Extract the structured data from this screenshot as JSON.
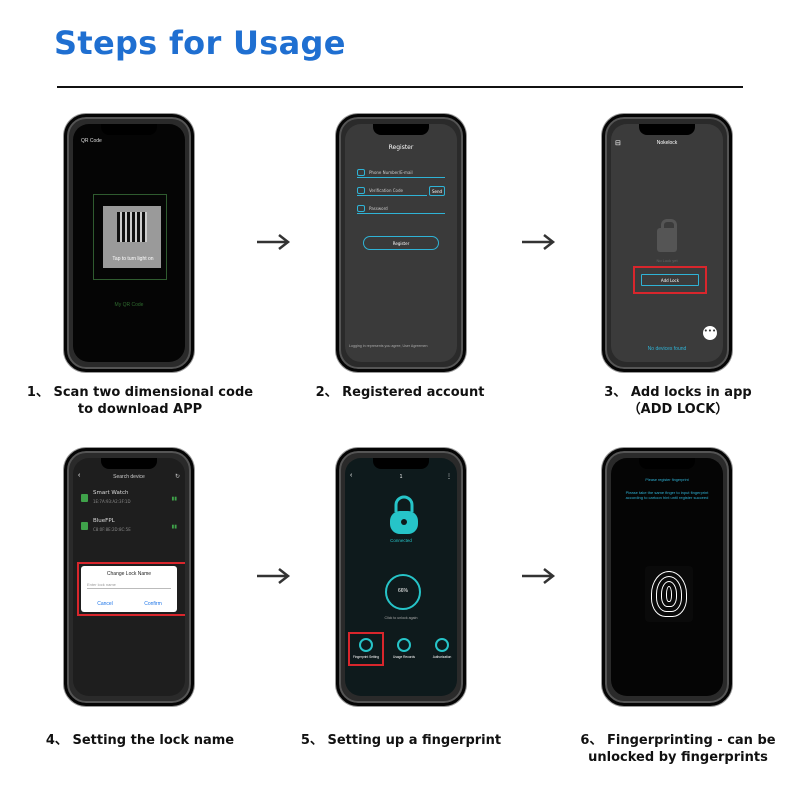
{
  "title": "Steps for Usage",
  "arrow_glyph": "→",
  "steps": [
    {
      "caption_line1": "1、 Scan two dimensional code",
      "caption_line2": "to download APP",
      "screen": {
        "header": "QR Code",
        "tap_text": "Tap to turn light on",
        "my_qr": "My QR Code"
      }
    },
    {
      "caption_line1": "2、 Registered account",
      "caption_line2": "",
      "screen": {
        "header": "Register",
        "phone_email_placeholder": "Phone Number/E-mail",
        "verification_placeholder": "Verification Code",
        "send_label": "Send",
        "password_placeholder": "Password",
        "register_label": "Register",
        "footer": "Logging in represents you agree, User Agreemen"
      }
    },
    {
      "caption_line1": "3、 Add locks in app",
      "caption_line2": "（ADD LOCK）",
      "screen": {
        "header": "Nokelock",
        "no_lock": "No Lock yet",
        "add_lock_label": "Add Lock",
        "no_devices": "No devices found",
        "fab": "•••"
      }
    },
    {
      "caption_line1": "4、 Setting the lock name",
      "caption_line2": "",
      "screen": {
        "header": "Search device",
        "devices": [
          {
            "name": "Smart Watch",
            "mac": "1E:7A:93:A2:3F:1D"
          },
          {
            "name": "BlueFPL",
            "mac": "C8:0F:8E:2D:8C:5E"
          }
        ],
        "dialog_title": "Change Lock Name",
        "dialog_placeholder": "Enter lock name",
        "cancel_label": "Cancel",
        "confirm_label": "Confirm"
      }
    },
    {
      "caption_line1": "5、 Setting up a fingerprint",
      "caption_line2": "",
      "screen": {
        "header": "1",
        "connected": "Connected",
        "battery": "66%",
        "unlock_hint": "Click to unlock again",
        "tabs": [
          "Fingerprint Setting",
          "Usage Records",
          "Authorization"
        ]
      }
    },
    {
      "caption_line1": "6、 Fingerprinting - can be",
      "caption_line2": "unlocked by fingerprints",
      "screen": {
        "header": "Please register fingerprint",
        "instruction": "Please take the same finger to input fingerprint according to cartoon hint until register succeed"
      }
    }
  ],
  "colors": {
    "title": "#1f6fd1",
    "accent": "#2fb3d6",
    "highlight": "#d8262c",
    "teal": "#26c4c8"
  }
}
